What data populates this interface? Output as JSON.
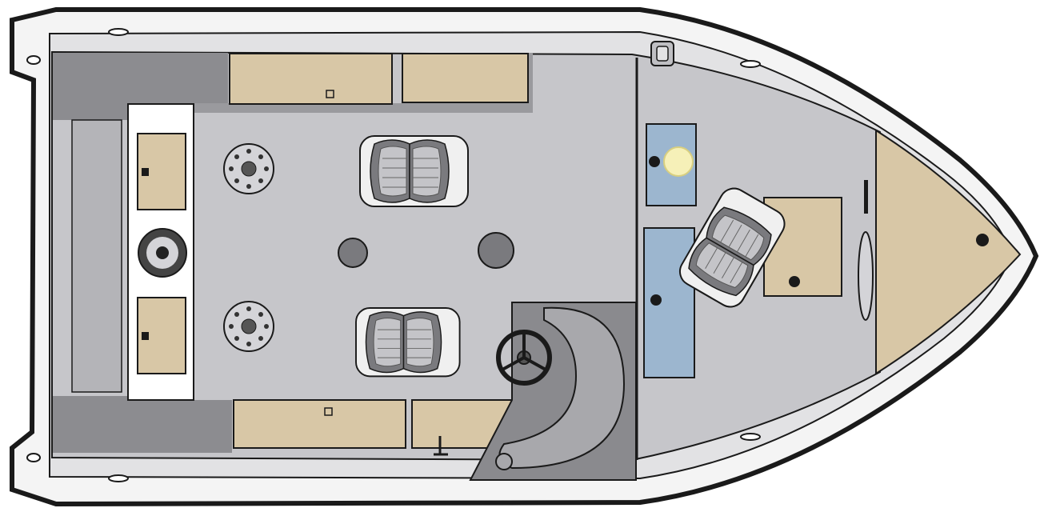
{
  "diagram": {
    "subject": "boat-deck-layout-top-view",
    "colors": {
      "outline": "#1a1a1a",
      "hull_white": "#f4f4f4",
      "gunwale": "#e2e2e4",
      "deck": "#c6c6ca",
      "dark_deck": "#8c8c90",
      "tan": "#d8c7a6",
      "blue": "#9cb6cf",
      "light": "#f6f0b8",
      "console": "#8a8a8e",
      "seat_light": "#f0f0f0",
      "seat_dark": "#7a7a7e"
    },
    "components": [
      "hull",
      "gunwale",
      "rear-deck",
      "rear-bench",
      "storage-compartments",
      "pedestal-bases",
      "seats",
      "steering-console",
      "front-casting-deck",
      "livewells",
      "bow-deck",
      "cleat"
    ]
  }
}
